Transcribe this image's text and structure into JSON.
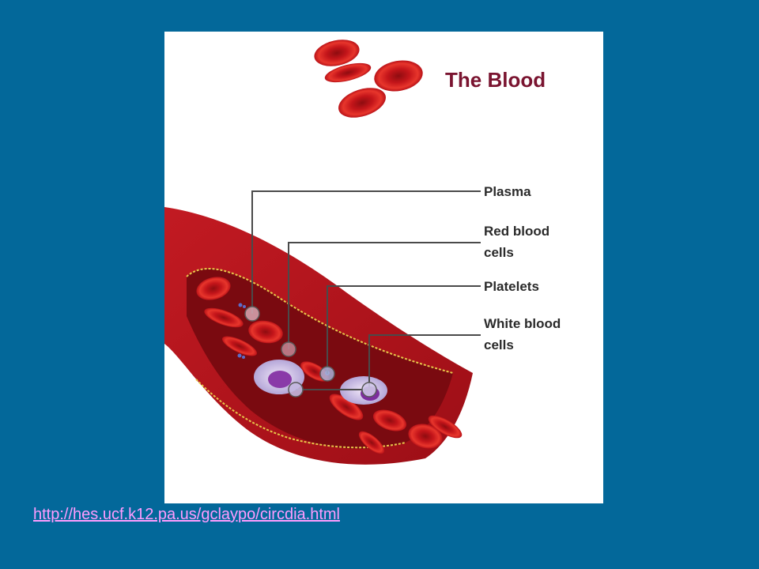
{
  "figure": {
    "title": "The Blood",
    "labels": {
      "plasma": "Plasma",
      "red_blood_cells_line1": "Red blood",
      "red_blood_cells_line2": "cells",
      "platelets": "Platelets",
      "white_blood_cells_line1": "White blood",
      "white_blood_cells_line2": "cells"
    }
  },
  "source_link": {
    "text": "http://hes.ucf.k12.pa.us/gclaypo/circdia.html"
  },
  "colors": {
    "slide_background": "#03689a",
    "title": "#7a1430",
    "link": "#ff9cff",
    "vessel_red": "#b81820",
    "cell_red": "#d8261e"
  }
}
